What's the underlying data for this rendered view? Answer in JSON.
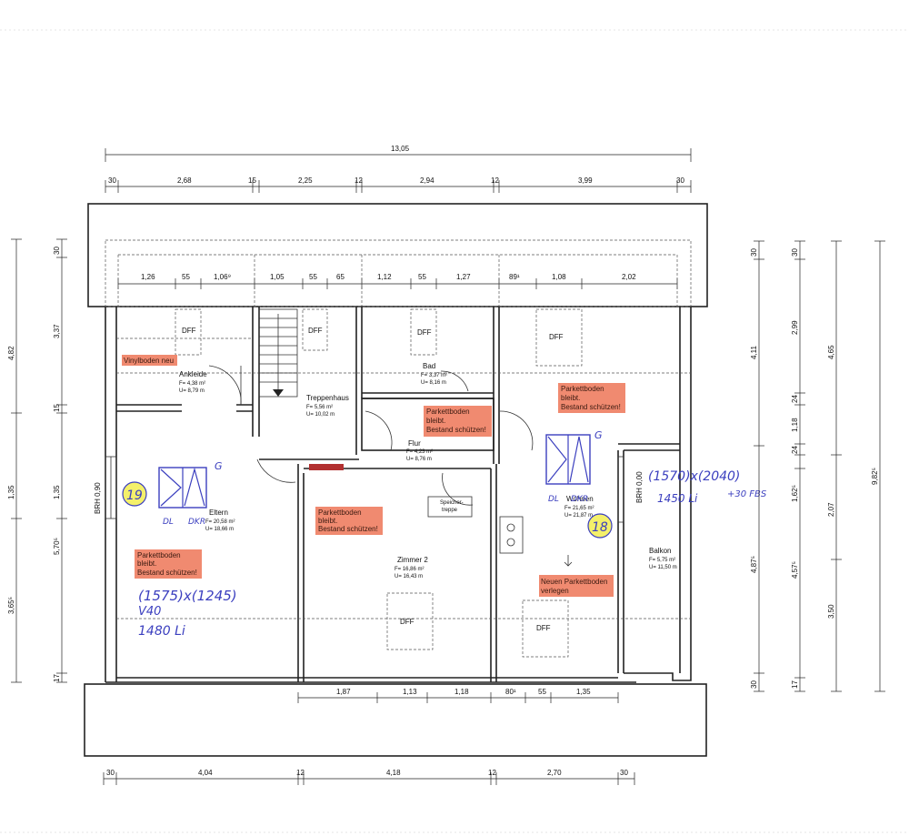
{
  "dimensions": {
    "top_total": "13,05",
    "top_segments": [
      "30",
      "2,68",
      "15",
      "2,25",
      "12",
      "2,94",
      "12",
      "3,99",
      "30"
    ],
    "inner_segments": [
      "1,26",
      "55",
      "1,06⁹",
      "1,05",
      "55",
      "65",
      "1,12",
      "55",
      "1,27",
      "89¹",
      "1,08",
      "2,02"
    ],
    "left_outer": [
      "4,82",
      "1,35",
      "3,65⁵"
    ],
    "left_inner": [
      "30",
      "3,37",
      "15",
      "1,35",
      "5,70⁵",
      "17"
    ],
    "right_a": [
      "30",
      "4,11",
      "4,87⁵",
      "30"
    ],
    "right_b": [
      "30",
      "2,99",
      "24",
      "1,18",
      "24",
      "1,62⁵",
      "4,57⁵",
      "17"
    ],
    "right_c": [
      "4,65",
      "2,07",
      "3,50"
    ],
    "right_d": [
      "9,82⁵"
    ],
    "bottom_inner": [
      "1,87",
      "1,13",
      "1,18",
      "80¹",
      "55",
      "1,35"
    ],
    "bottom_outer": [
      "30",
      "4,04",
      "12",
      "4,18",
      "12",
      "2,70",
      "30"
    ],
    "brh_left": "BRH 0,90",
    "brh_right": "BRH 0,00"
  },
  "rooms": {
    "ankleide": {
      "name": "Ankleide",
      "f": "F= 4,38 m²",
      "u": "U= 8,79 m"
    },
    "treppenhaus": {
      "name": "Treppenhaus",
      "f": "F= 5,56 m²",
      "u": "U= 10,02 m"
    },
    "bad": {
      "name": "Bad",
      "f": "F= 3,37 m²",
      "u": "U= 8,16 m"
    },
    "flur": {
      "name": "Flur",
      "f": "F= 4,23 m²",
      "u": "U= 8,76 m"
    },
    "eltern": {
      "name": "Eltern",
      "f": "F= 20,58 m²",
      "u": "U= 18,66 m"
    },
    "zimmer2": {
      "name": "Zimmer 2",
      "f": "F= 16,86 m²",
      "u": "U= 16,43 m"
    },
    "wohnen": {
      "name": "Wohnen",
      "f": "F= 21,65 m²",
      "u": "U= 21,87 m"
    },
    "balkon": {
      "name": "Balkon",
      "f": "F= 5,75 m²",
      "u": "U= 11,50 m"
    },
    "speicher": {
      "line1": "Speicher-",
      "line2": "treppe"
    }
  },
  "skylight_label": "DFF",
  "notes": {
    "vinyl": "Vinylboden neu",
    "parkett_line1": "Parkettboden",
    "parkett_line2": "bleibt.",
    "parkett_line3": "Bestand schützen!",
    "neu_line1": "Neuen Parkettboden",
    "neu_line2": "verlegen"
  },
  "handwriting": {
    "window_left_no": "19",
    "window_right_no": "18",
    "g_left": "G",
    "g_right": "G",
    "dl_left": "DL",
    "dr_left": "DKR",
    "dl_right": "DL",
    "dr_right": "DKR",
    "left_size": "(1575)x(1245)",
    "left_u": "V40",
    "left_li": "1480 Li",
    "right_size": "(1570)x(2040)",
    "right_extra": "+30 FBS",
    "right_li": "1450 Li"
  },
  "colors": {
    "note_fill": "#f08a70",
    "ink_blue": "#3b3fbf",
    "highlight_yellow": "#f4f06a",
    "door_red": "#b23030"
  }
}
